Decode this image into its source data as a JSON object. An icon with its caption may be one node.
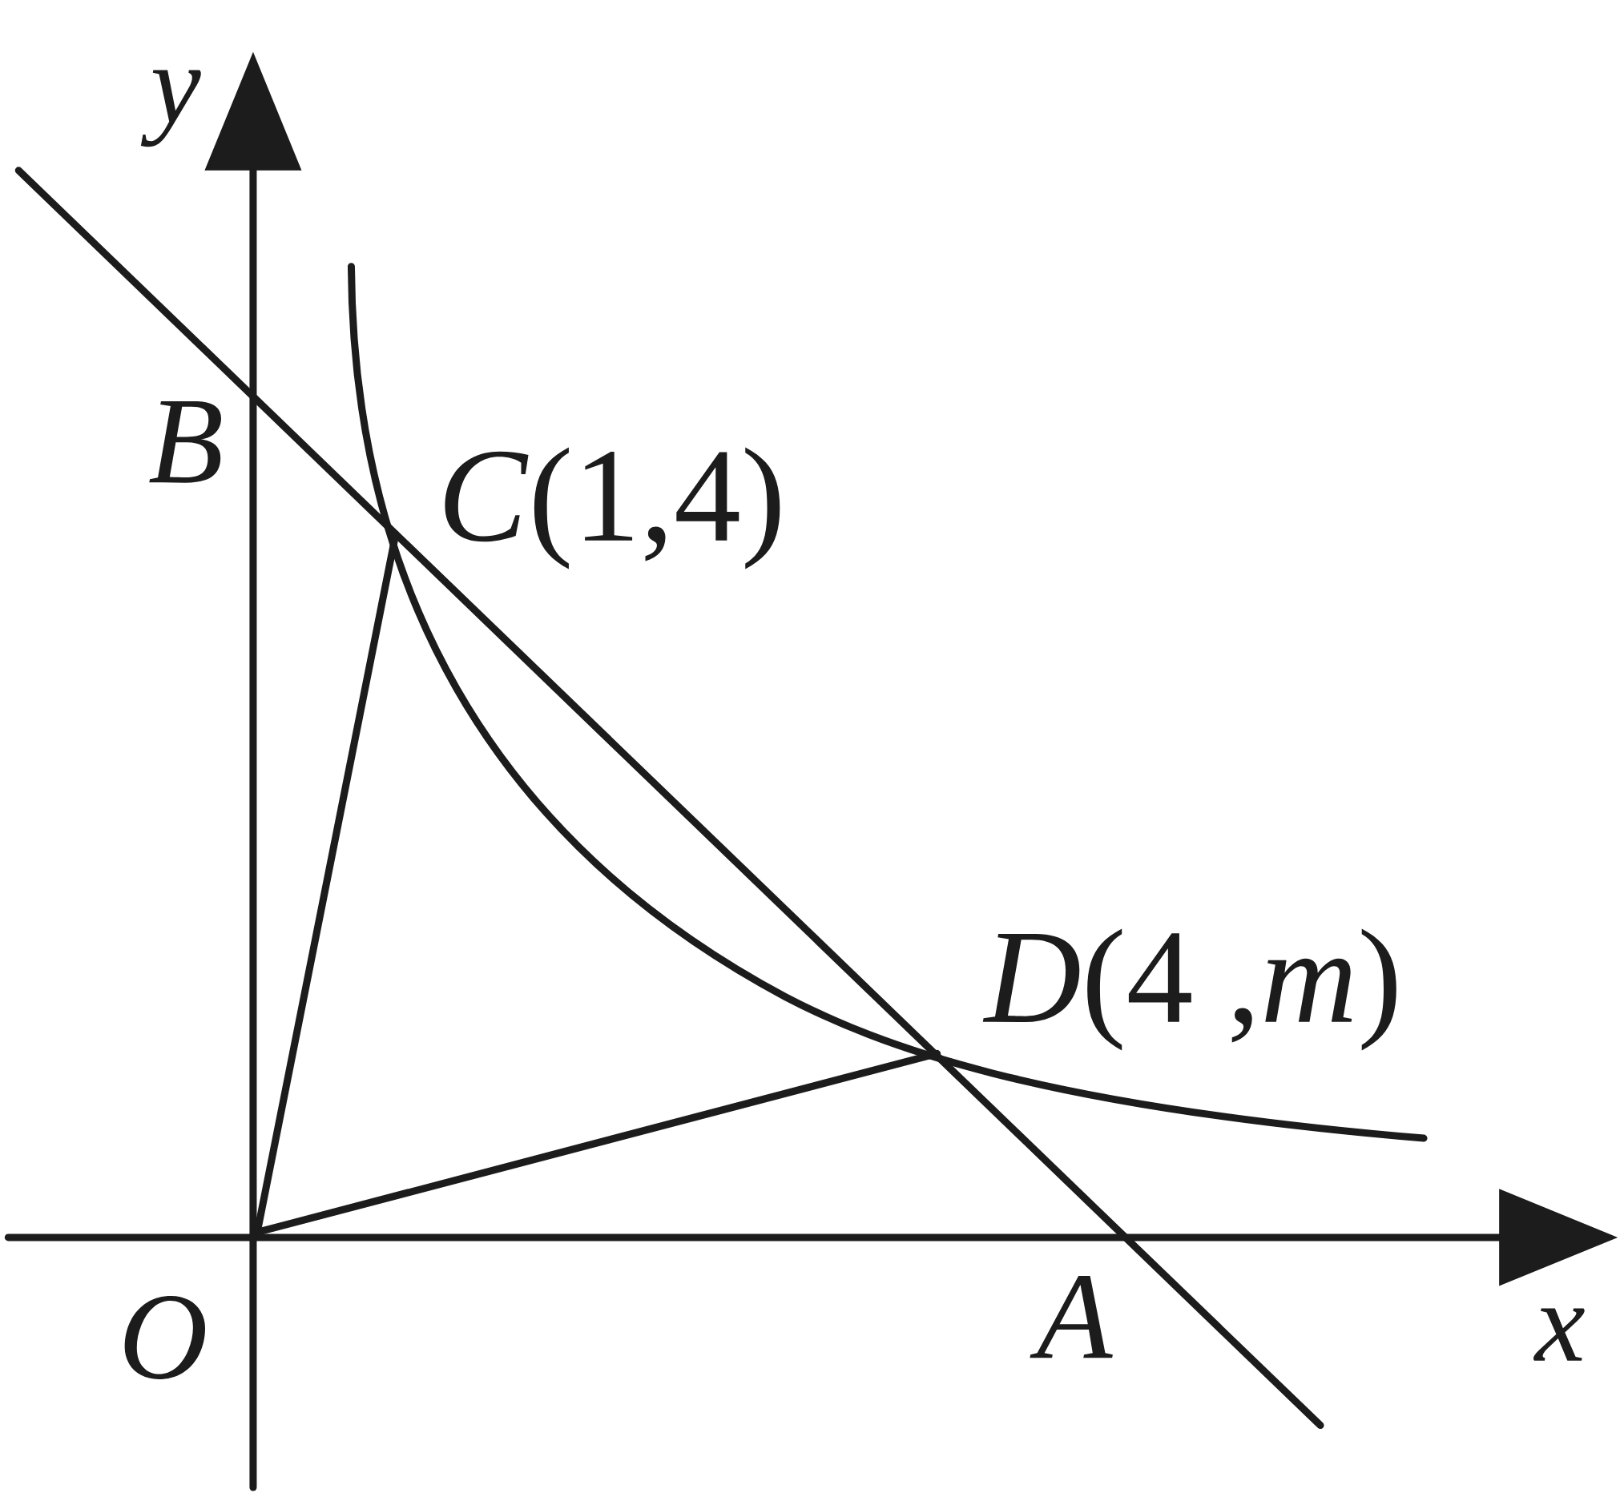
{
  "diagram": {
    "labels": [
      "y",
      "B",
      "*C*(1,4)",
      "*D*(4 ,*m*)",
      "O",
      "A",
      "x"
    ]
  }
}
